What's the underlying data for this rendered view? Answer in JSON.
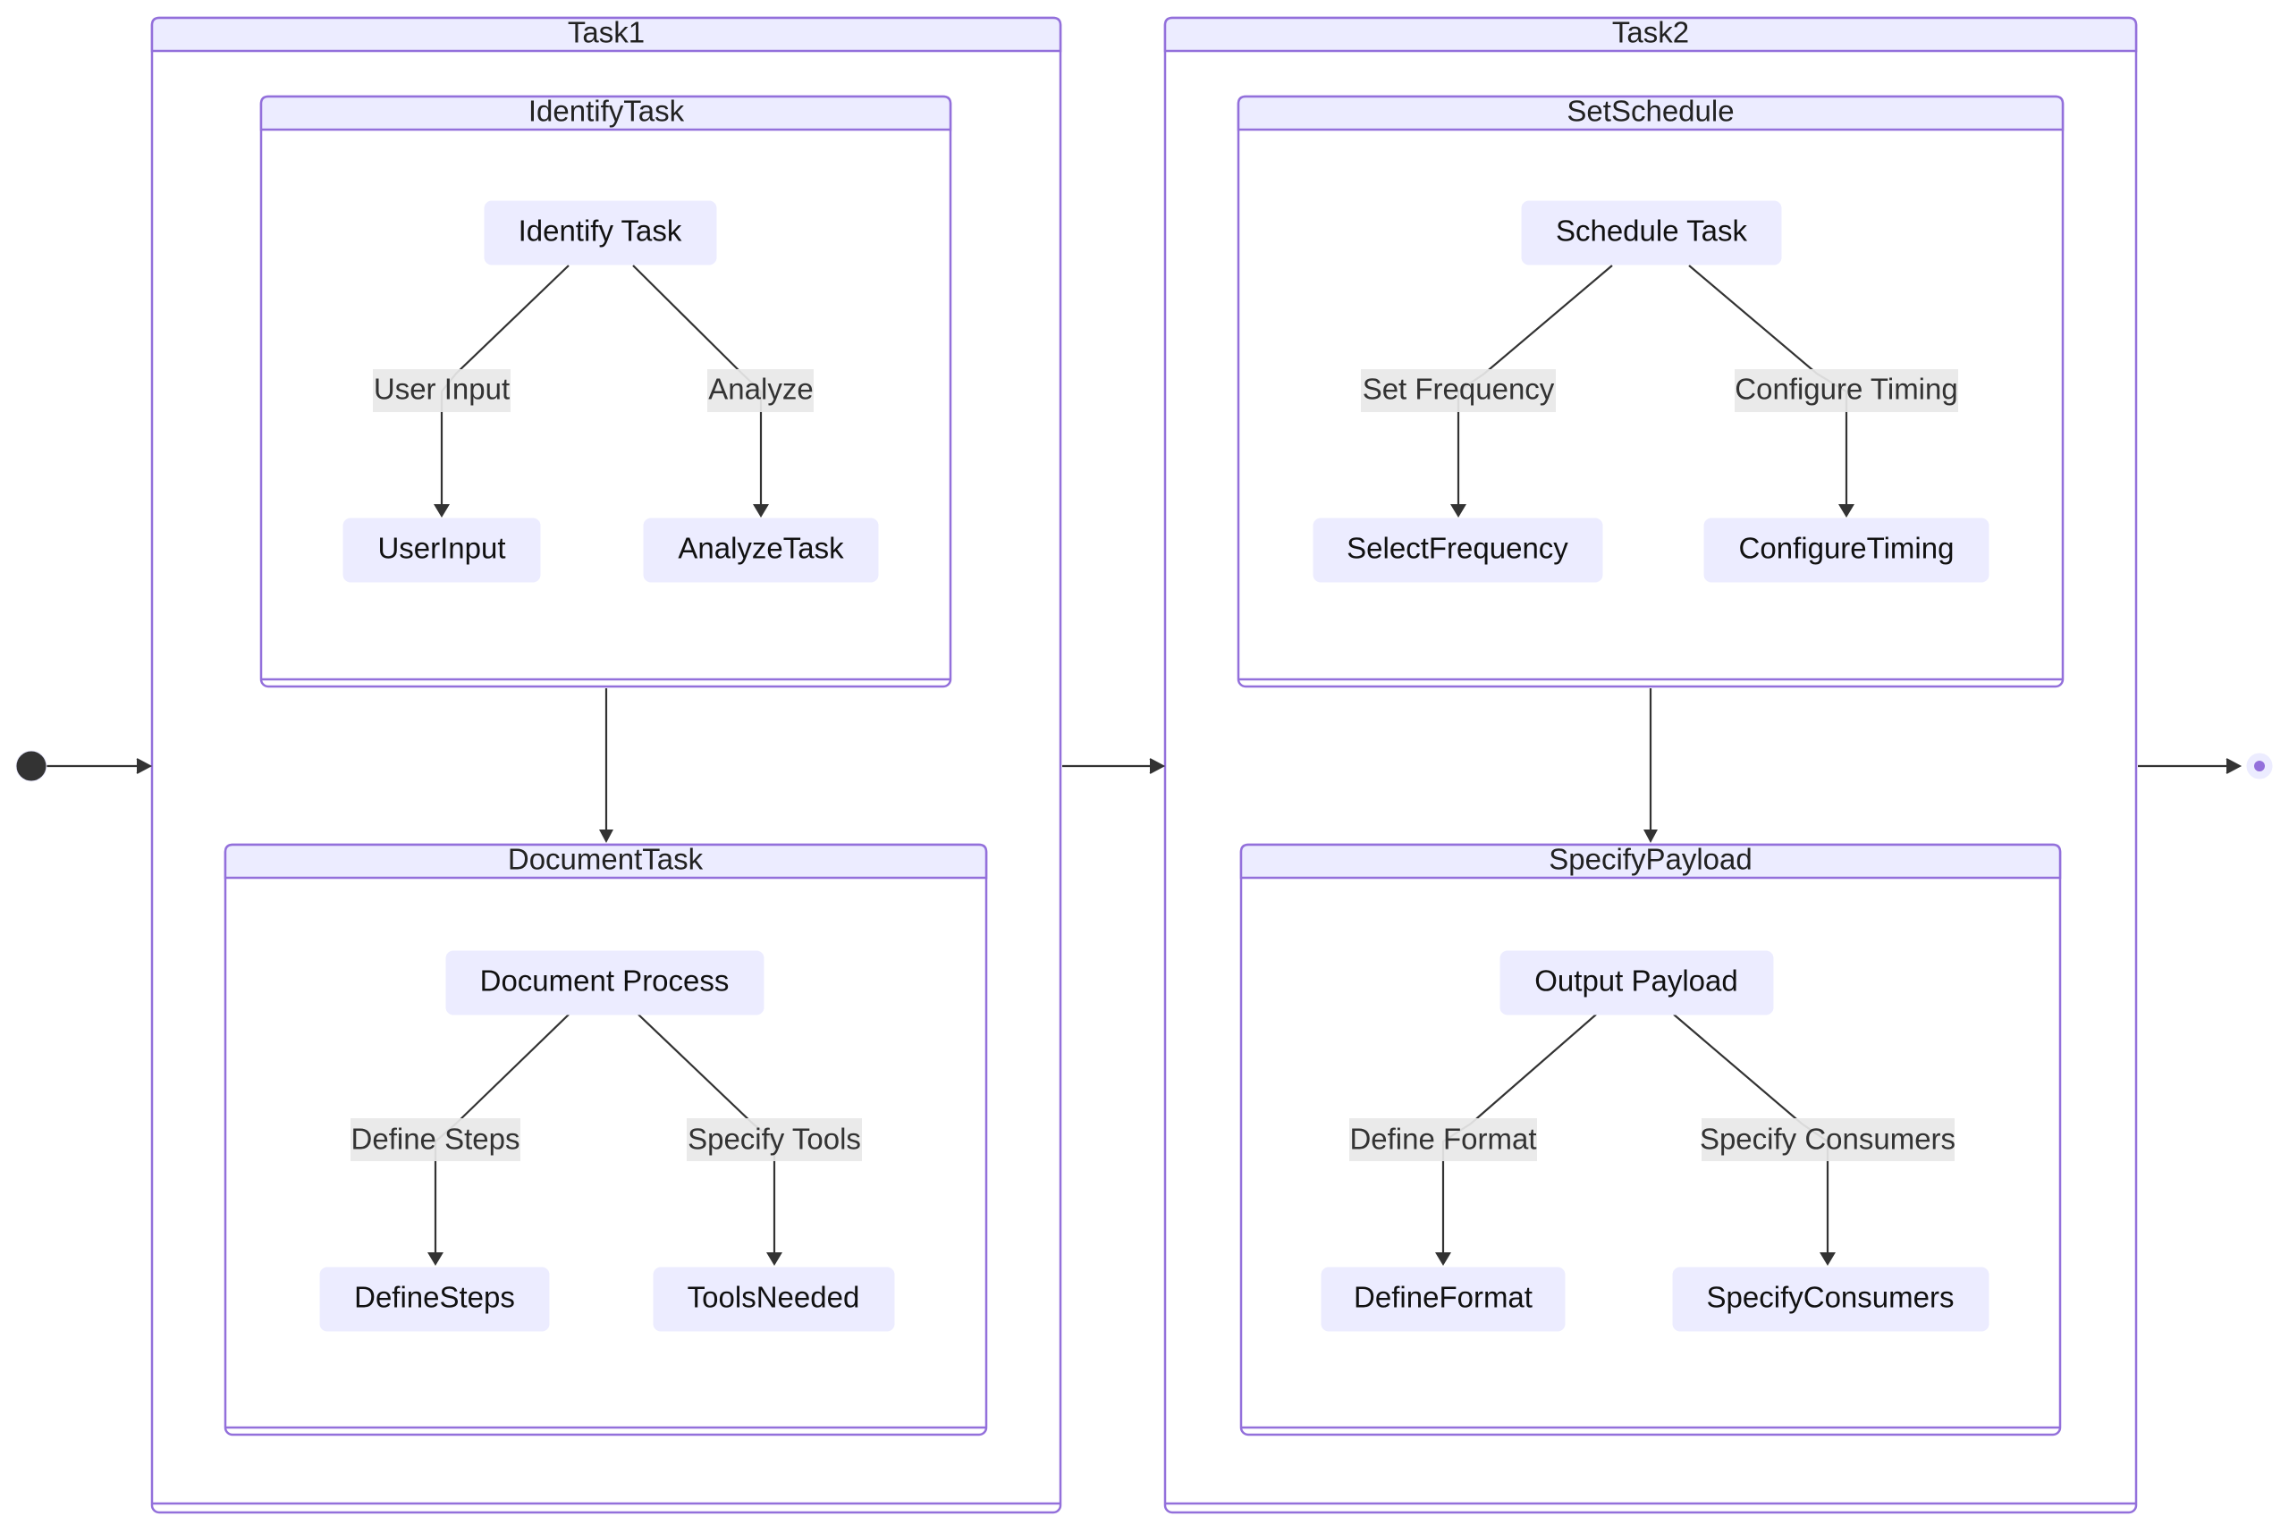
{
  "colors": {
    "cluster_border": "#9370DB",
    "cluster_header": "#ECECFF",
    "state_fill": "#ECECFF",
    "edge": "#333333",
    "edge_label_bg": "#E8E8E8",
    "start_dot": "#333333",
    "end_dot_outer": "#ECECFF",
    "end_dot_inner": "#9370DB"
  },
  "pseudo_states": {
    "start": "start-dot-icon",
    "end": "end-dot-icon"
  },
  "clusters": {
    "task1": "Task1",
    "task2": "Task2",
    "identify": "IdentifyTask",
    "document": "DocumentTask",
    "schedule": "SetSchedule",
    "payload": "SpecifyPayload"
  },
  "states": {
    "identify_task": "Identify Task",
    "user_input": "UserInput",
    "analyze_task": "AnalyzeTask",
    "document_process": "Document Process",
    "define_steps": "DefineSteps",
    "tools_needed": "ToolsNeeded",
    "schedule_task": "Schedule Task",
    "select_frequency": "SelectFrequency",
    "configure_timing": "ConfigureTiming",
    "output_payload": "Output Payload",
    "define_format": "DefineFormat",
    "specify_consumers": "SpecifyConsumers"
  },
  "edge_labels": {
    "user_input": "User Input",
    "analyze": "Analyze",
    "define_steps": "Define Steps",
    "specify_tools": "Specify Tools",
    "set_frequency": "Set Frequency",
    "configure_timing": "Configure Timing",
    "define_format": "Define Format",
    "specify_consumers": "Specify Consumers"
  }
}
